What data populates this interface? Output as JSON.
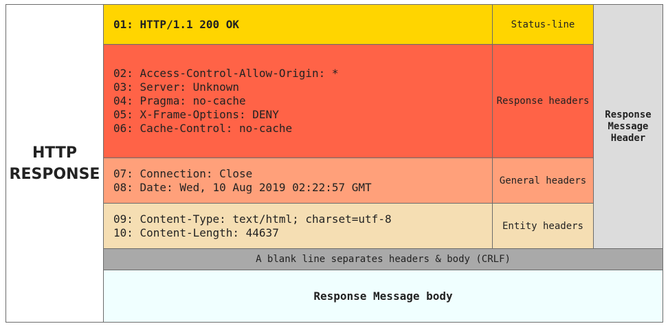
{
  "left_label": {
    "line1": "HTTP",
    "line2": "RESPONSE"
  },
  "status": {
    "line": "01: HTTP/1.1 200 OK",
    "label": "Status-line",
    "color": "#ffd500"
  },
  "response_headers": {
    "lines": [
      "02: Access-Control-Allow-Origin: *",
      "03: Server: Unknown",
      "04: Pragma: no-cache",
      "05: X-Frame-Options: DENY",
      "06: Cache-Control: no-cache"
    ],
    "label": "Response headers",
    "color": "#ff6347"
  },
  "general_headers": {
    "lines": [
      "07: Connection: Close",
      "08: Date: Wed, 10 Aug 2019 02:22:57 GMT"
    ],
    "label": "General headers",
    "color": "#ffa07a"
  },
  "entity_headers": {
    "lines": [
      "09: Content-Type: text/html; charset=utf-8",
      "10: Content-Length: 44637"
    ],
    "label": "Entity headers",
    "color": "#f5deb3"
  },
  "header_group": {
    "line1": "Response",
    "line2": "Message",
    "line3": "Header",
    "color": "#dcdcdc"
  },
  "separator": {
    "text": "A blank line separates headers & body (CRLF)",
    "color": "#a9a9a9"
  },
  "body": {
    "text": "Response Message body",
    "color": "#f0ffff"
  }
}
